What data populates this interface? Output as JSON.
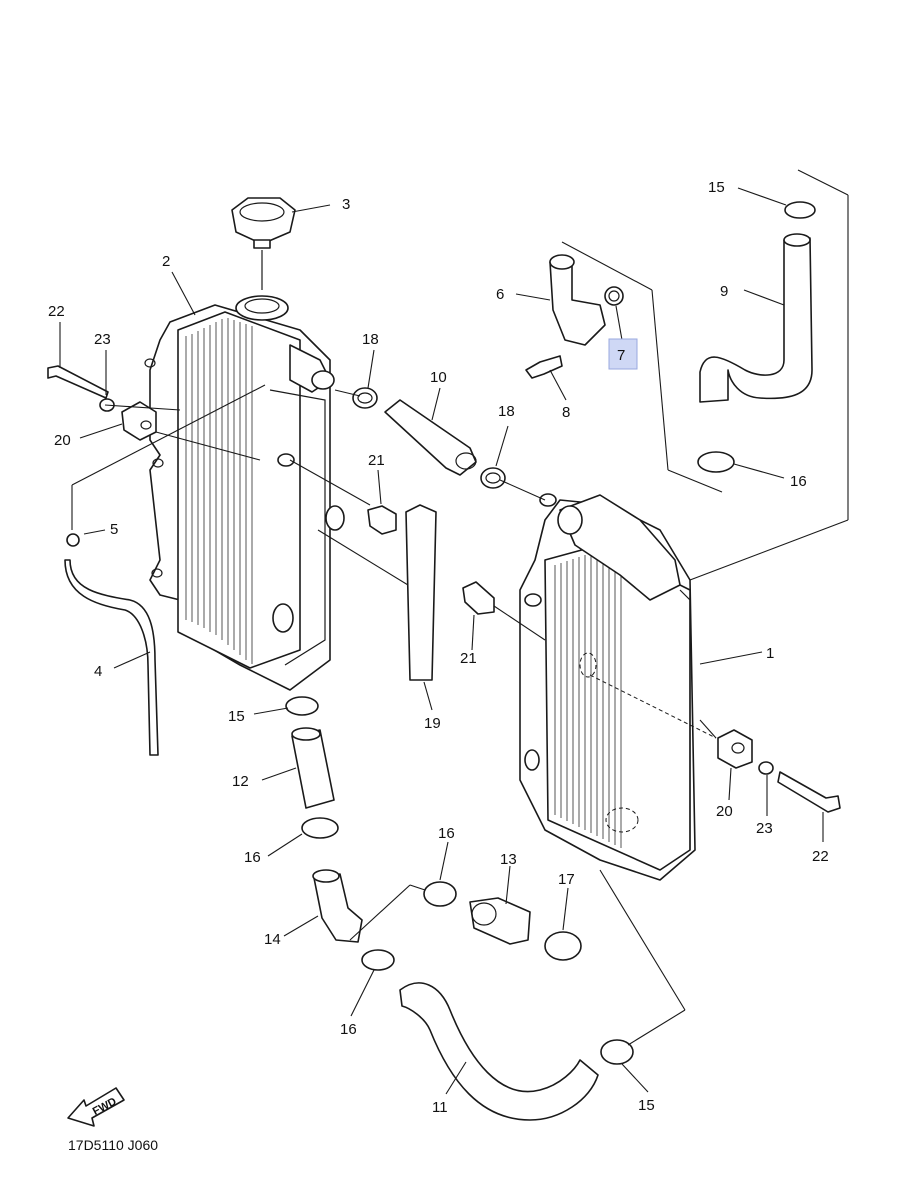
{
  "diagram": {
    "drawing_code": "17D5110 J060",
    "fwd_label": "FWD",
    "highlighted_part": "7",
    "callouts": {
      "c1": "1",
      "c2": "2",
      "c3": "3",
      "c4": "4",
      "c5": "5",
      "c6": "6",
      "c7": "7",
      "c8": "8",
      "c9": "9",
      "c10": "10",
      "c11": "11",
      "c12": "12",
      "c13": "13",
      "c14": "14",
      "c15a": "15",
      "c15b": "15",
      "c15c": "15",
      "c16a": "16",
      "c16b": "16",
      "c16c": "16",
      "c16d": "16",
      "c17": "17",
      "c18a": "18",
      "c18b": "18",
      "c19": "19",
      "c20a": "20",
      "c20b": "20",
      "c21a": "21",
      "c21b": "21",
      "c22a": "22",
      "c22b": "22",
      "c23a": "23",
      "c23b": "23"
    }
  }
}
